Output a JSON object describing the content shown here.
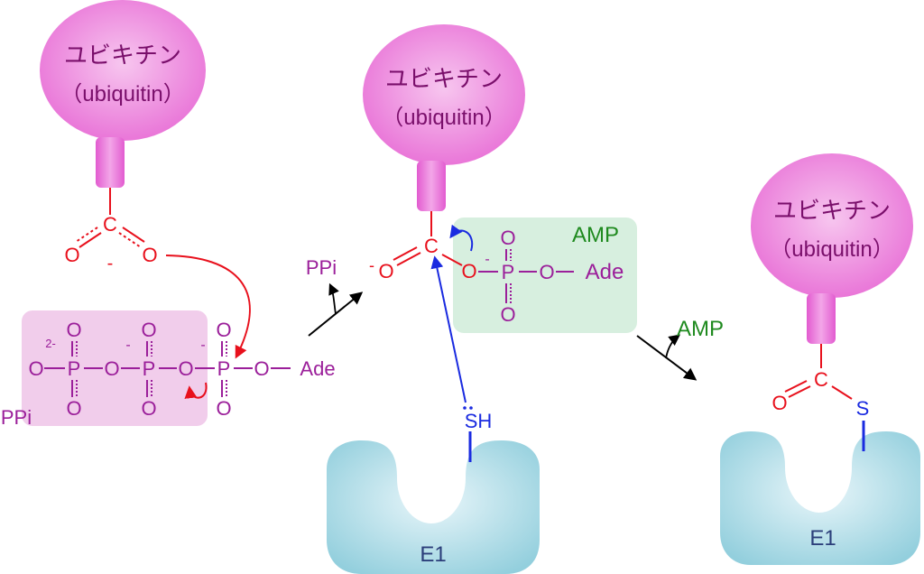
{
  "colors": {
    "ubiquitin_pink": "#e86fd6",
    "ubiquitin_text": "#7a0f6b",
    "carboxyl_red": "#e8101c",
    "phosphate_purple": "#9b1f9a",
    "amp_green": "#1f8a1f",
    "arrow_blue": "#1a2be0",
    "e1_teal": "#93cfdd",
    "e1_text": "#2b3e7a",
    "ppi_box": "#f1cdeb",
    "amp_box": "#d7efdf"
  },
  "step1": {
    "ubiquitin_name": "ユビキチン",
    "ubiquitin_english": "（ubiquitin）",
    "carbon": "C",
    "oxygen_left": "O",
    "oxygen_right": "O",
    "charge": "-",
    "atp": {
      "phosphorus": "P",
      "oxygen": "O",
      "charge_2minus": "2-",
      "charge_minus": "-",
      "adenosine": "Ade"
    },
    "ppi_label": "PPi"
  },
  "step2": {
    "ubiquitin_name": "ユビキチン",
    "ubiquitin_english": "（ubiquitin）",
    "carbon": "C",
    "oxygen": "O",
    "charge": "-",
    "phosphorus": "P",
    "adenosine": "Ade",
    "amp_label": "AMP",
    "ppi_released": "PPi",
    "thiol": "SH",
    "e1_label": "E1"
  },
  "step3": {
    "amp_released": "AMP",
    "ubiquitin_name": "ユビキチン",
    "ubiquitin_english": "（ubiquitin）",
    "carbon": "C",
    "oxygen": "O",
    "sulfur": "S",
    "e1_label": "E1"
  }
}
